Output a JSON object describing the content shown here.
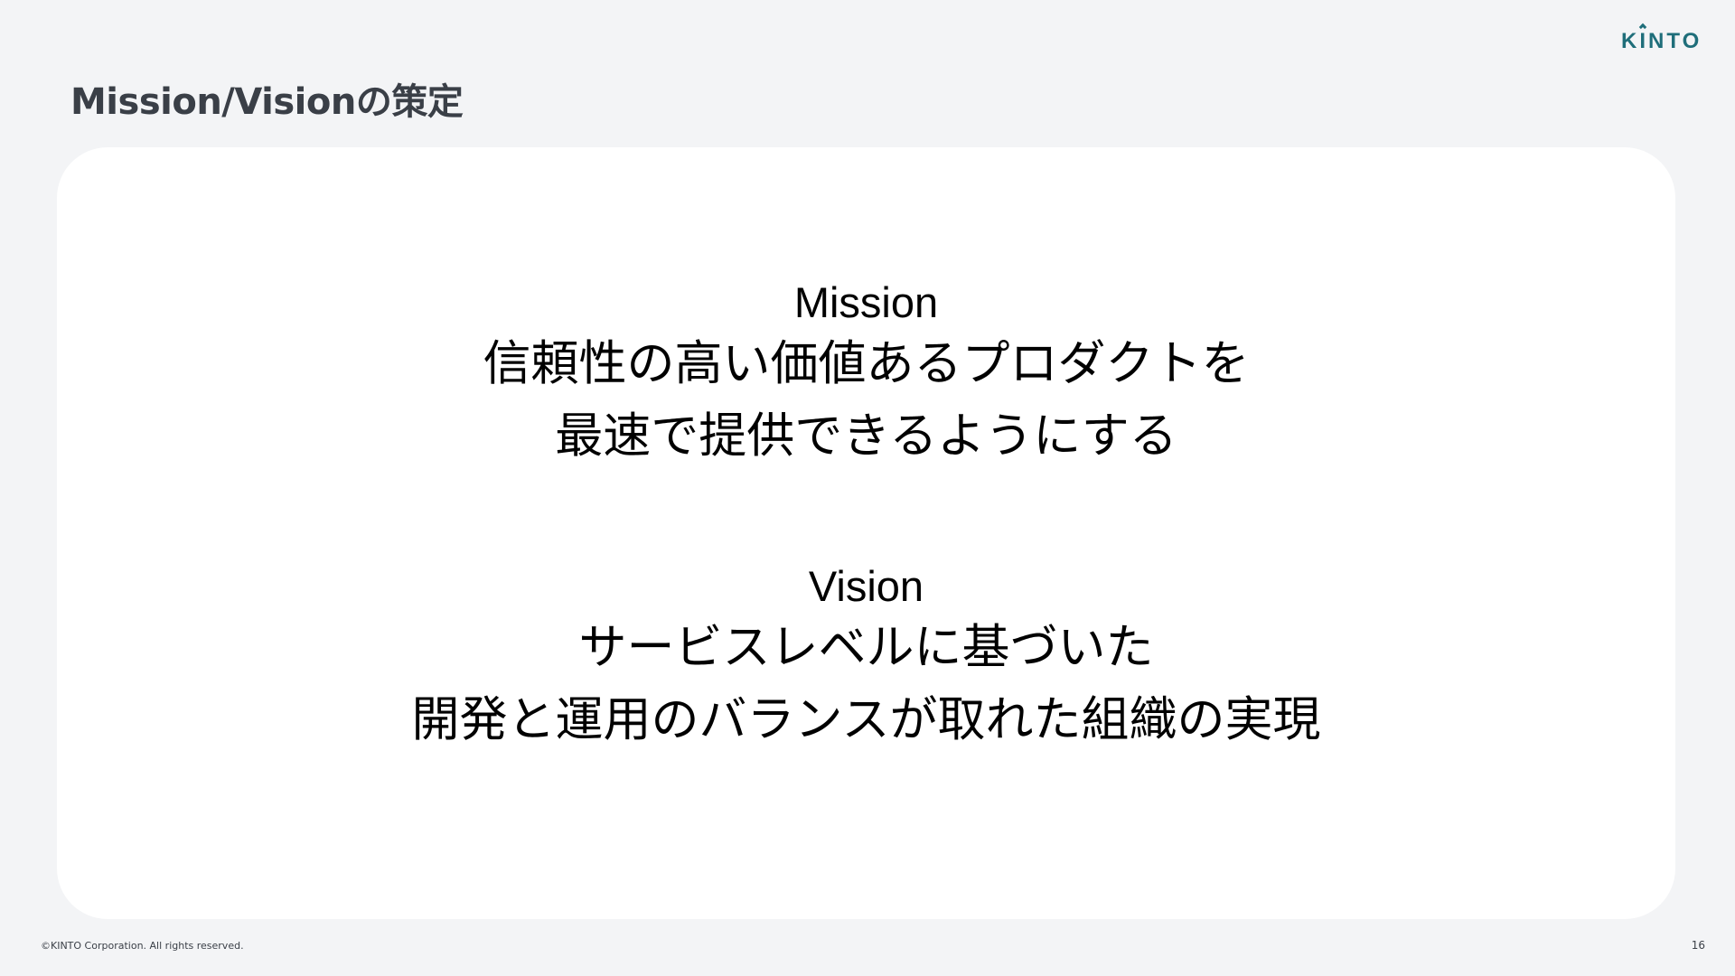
{
  "header": {
    "title": "Mission/Visionの策定",
    "logo_prefix": "K",
    "logo_i": "I",
    "logo_suffix": "NTO",
    "logo_color": "#1f6e7a"
  },
  "mission": {
    "heading": "Mission",
    "lines": [
      "信頼性の高い価値あるプロダクトを",
      "最速で提供できるようにする"
    ]
  },
  "vision": {
    "heading": "Vision",
    "lines": [
      "サービスレベルに基づいた",
      "開発と運用のバランスが取れた組織の実現"
    ]
  },
  "footer": {
    "copyright": "©KINTO Corporation. All rights reserved.",
    "page_number": "16"
  },
  "colors": {
    "background": "#f3f4f6",
    "card": "#ffffff",
    "title": "#3a3f47"
  }
}
